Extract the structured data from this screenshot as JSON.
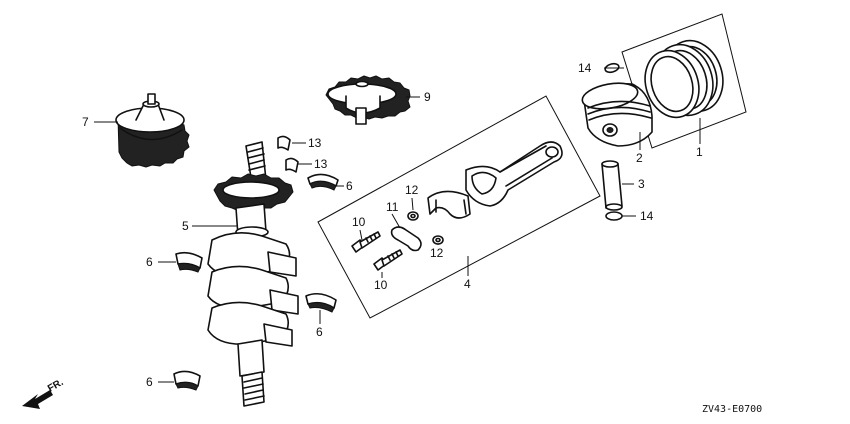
{
  "diagram": {
    "code": "ZV43-E0700",
    "direction_label": "FR.",
    "callouts": {
      "c1": "1",
      "c2": "2",
      "c3": "3",
      "c4": "4",
      "c5": "5",
      "c6a": "6",
      "c6b": "6",
      "c6c": "6",
      "c6d": "6",
      "c7": "7",
      "c9": "9",
      "c10a": "10",
      "c10b": "10",
      "c11": "11",
      "c12a": "12",
      "c12b": "12",
      "c13a": "13",
      "c13b": "13",
      "c14a": "14",
      "c14b": "14"
    }
  }
}
